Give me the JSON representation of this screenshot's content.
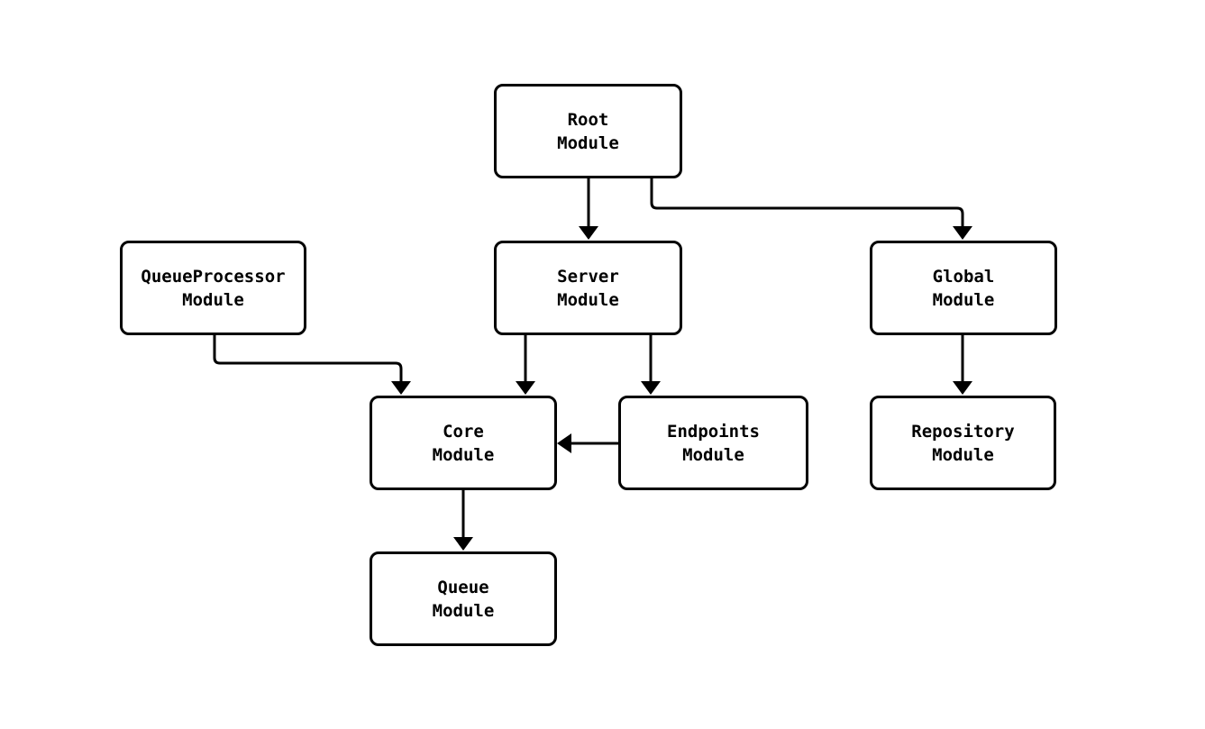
{
  "diagram": {
    "type": "module-dependency-flowchart",
    "background_color": "#ffffff",
    "node_border_color": "#000000",
    "node_fill_color": "#ffffff",
    "edge_color": "#000000",
    "text_color": "#000000",
    "nodes": [
      {
        "id": "root",
        "label": "Root\nModule"
      },
      {
        "id": "queueprocessor",
        "label": "QueueProcessor\nModule"
      },
      {
        "id": "server",
        "label": "Server\nModule"
      },
      {
        "id": "global",
        "label": "Global\nModule"
      },
      {
        "id": "core",
        "label": "Core\nModule"
      },
      {
        "id": "endpoints",
        "label": "Endpoints\nModule"
      },
      {
        "id": "repository",
        "label": "Repository\nModule"
      },
      {
        "id": "queue",
        "label": "Queue\nModule"
      }
    ],
    "edges": [
      {
        "from": "root",
        "to": "server"
      },
      {
        "from": "root",
        "to": "global"
      },
      {
        "from": "queueprocessor",
        "to": "core"
      },
      {
        "from": "server",
        "to": "core"
      },
      {
        "from": "server",
        "to": "endpoints"
      },
      {
        "from": "endpoints",
        "to": "core"
      },
      {
        "from": "global",
        "to": "repository"
      },
      {
        "from": "core",
        "to": "queue"
      }
    ]
  }
}
